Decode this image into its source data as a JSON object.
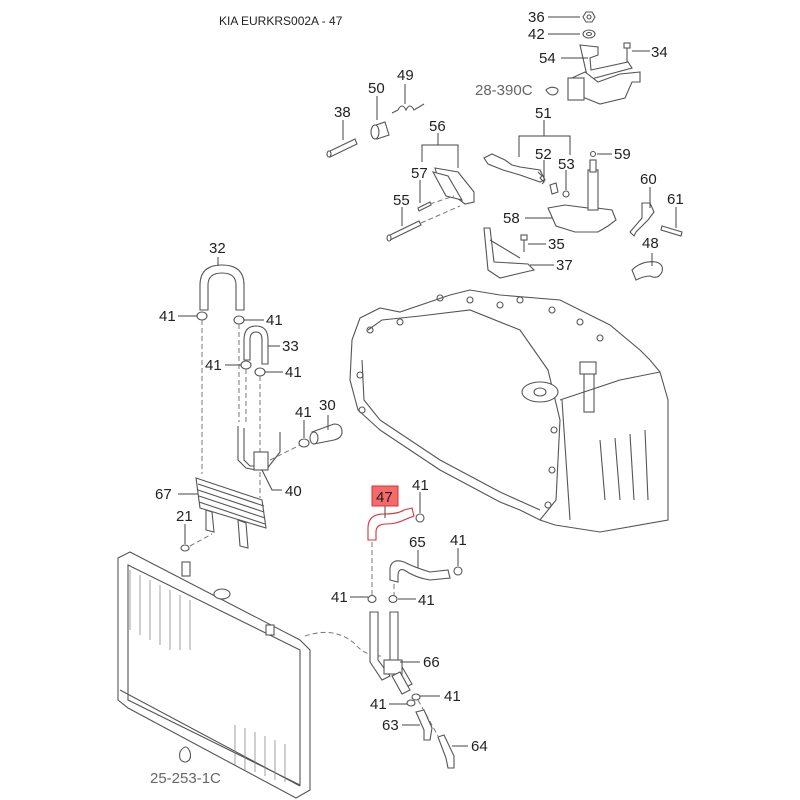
{
  "header": {
    "title": "KIA EURKRS002A - 47"
  },
  "diagram": {
    "highlighted_part": "47",
    "highlight_color": "#f46a6a",
    "callouts": [
      {
        "id": "c36",
        "label": "36"
      },
      {
        "id": "c42",
        "label": "42"
      },
      {
        "id": "c54",
        "label": "54"
      },
      {
        "id": "c34",
        "label": "34"
      },
      {
        "id": "c50",
        "label": "50"
      },
      {
        "id": "c49",
        "label": "49"
      },
      {
        "id": "c38",
        "label": "38"
      },
      {
        "id": "c56",
        "label": "56"
      },
      {
        "id": "c57",
        "label": "57"
      },
      {
        "id": "c55",
        "label": "55"
      },
      {
        "id": "c51",
        "label": "51"
      },
      {
        "id": "c52",
        "label": "52"
      },
      {
        "id": "c53",
        "label": "53"
      },
      {
        "id": "c59",
        "label": "59"
      },
      {
        "id": "c58",
        "label": "58"
      },
      {
        "id": "c35",
        "label": "35"
      },
      {
        "id": "c37",
        "label": "37"
      },
      {
        "id": "c60",
        "label": "60"
      },
      {
        "id": "c61",
        "label": "61"
      },
      {
        "id": "c48",
        "label": "48"
      },
      {
        "id": "c32",
        "label": "32"
      },
      {
        "id": "c41a",
        "label": "41"
      },
      {
        "id": "c41b",
        "label": "41"
      },
      {
        "id": "c33",
        "label": "33"
      },
      {
        "id": "c41c",
        "label": "41"
      },
      {
        "id": "c41d",
        "label": "41"
      },
      {
        "id": "c30",
        "label": "30"
      },
      {
        "id": "c41e",
        "label": "41"
      },
      {
        "id": "c40",
        "label": "40"
      },
      {
        "id": "c67",
        "label": "67"
      },
      {
        "id": "c21",
        "label": "21"
      },
      {
        "id": "c47",
        "label": "47"
      },
      {
        "id": "c41f",
        "label": "41"
      },
      {
        "id": "c65",
        "label": "65"
      },
      {
        "id": "c41g",
        "label": "41"
      },
      {
        "id": "c41h",
        "label": "41"
      },
      {
        "id": "c41i",
        "label": "41"
      },
      {
        "id": "c66",
        "label": "66"
      },
      {
        "id": "c41j",
        "label": "41"
      },
      {
        "id": "c41k",
        "label": "41"
      },
      {
        "id": "c63",
        "label": "63"
      },
      {
        "id": "c64",
        "label": "64"
      }
    ],
    "references": [
      {
        "id": "r1",
        "label": "28-390C"
      },
      {
        "id": "r2",
        "label": "25-253-1C"
      }
    ]
  }
}
